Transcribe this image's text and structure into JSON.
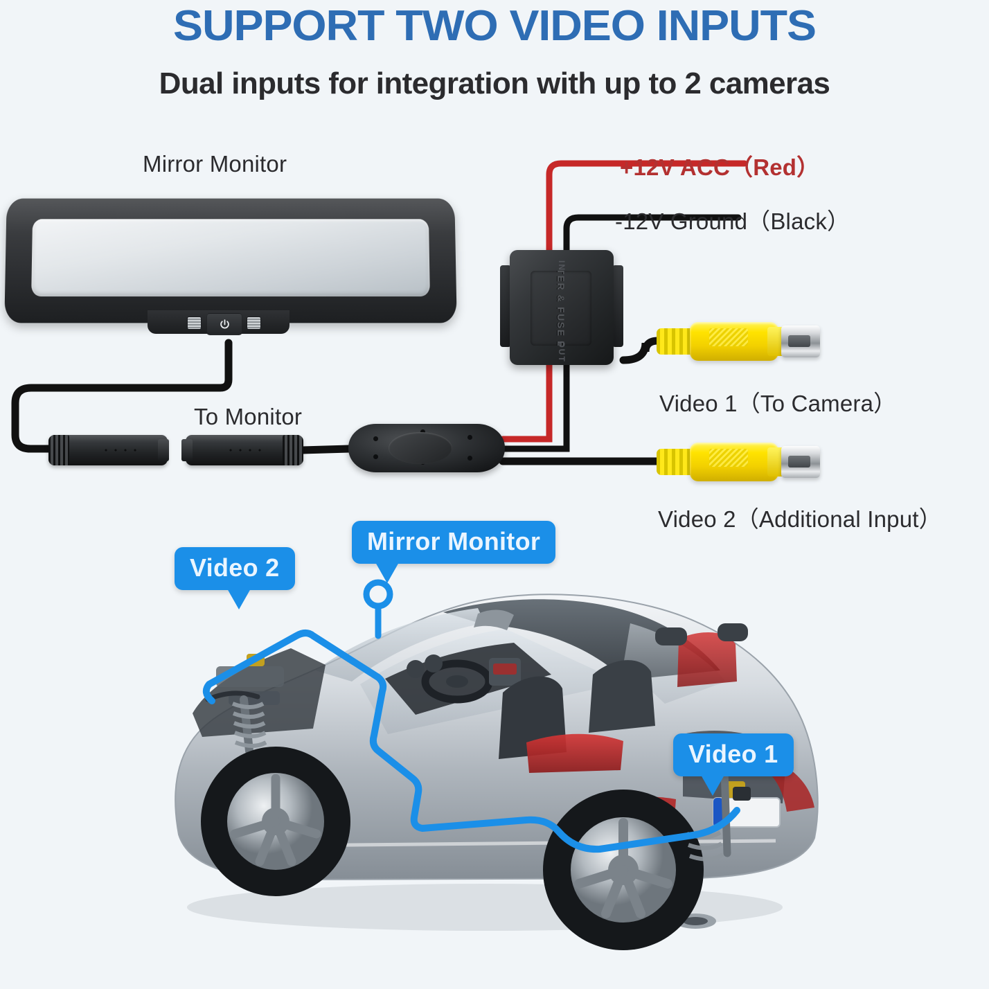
{
  "header": {
    "title": "SUPPORT TWO VIDEO INPUTS",
    "subtitle": "Dual inputs for integration with up to 2 cameras"
  },
  "colors": {
    "title_blue": "#2E6DB4",
    "badge_blue": "#1B8FE8",
    "route_blue": "#1B8FE8",
    "red_wire": "#C62828",
    "red_text": "#B33131",
    "black_wire": "#111111",
    "rca_yellow": "#FFE300",
    "background": "#F1F5F8",
    "body_text": "#2B2B2E"
  },
  "diagram": {
    "mirror_label": "Mirror Monitor",
    "to_monitor_label": "To Monitor",
    "power_positive_label": "+12V ACC（Red）",
    "power_ground_label": "-12V Ground（Black）",
    "video1_label": "Video 1（To Camera）",
    "video2_label": "Video 2（Additional Input）",
    "fusebox": {
      "body_text": "FILTER & FUSE BOX",
      "in_text": "IN",
      "out_text": "OUT"
    }
  },
  "car_callouts": [
    {
      "id": "video2",
      "label": "Video 2"
    },
    {
      "id": "mirror",
      "label": "Mirror Monitor"
    },
    {
      "id": "video1",
      "label": "Video 1"
    }
  ]
}
